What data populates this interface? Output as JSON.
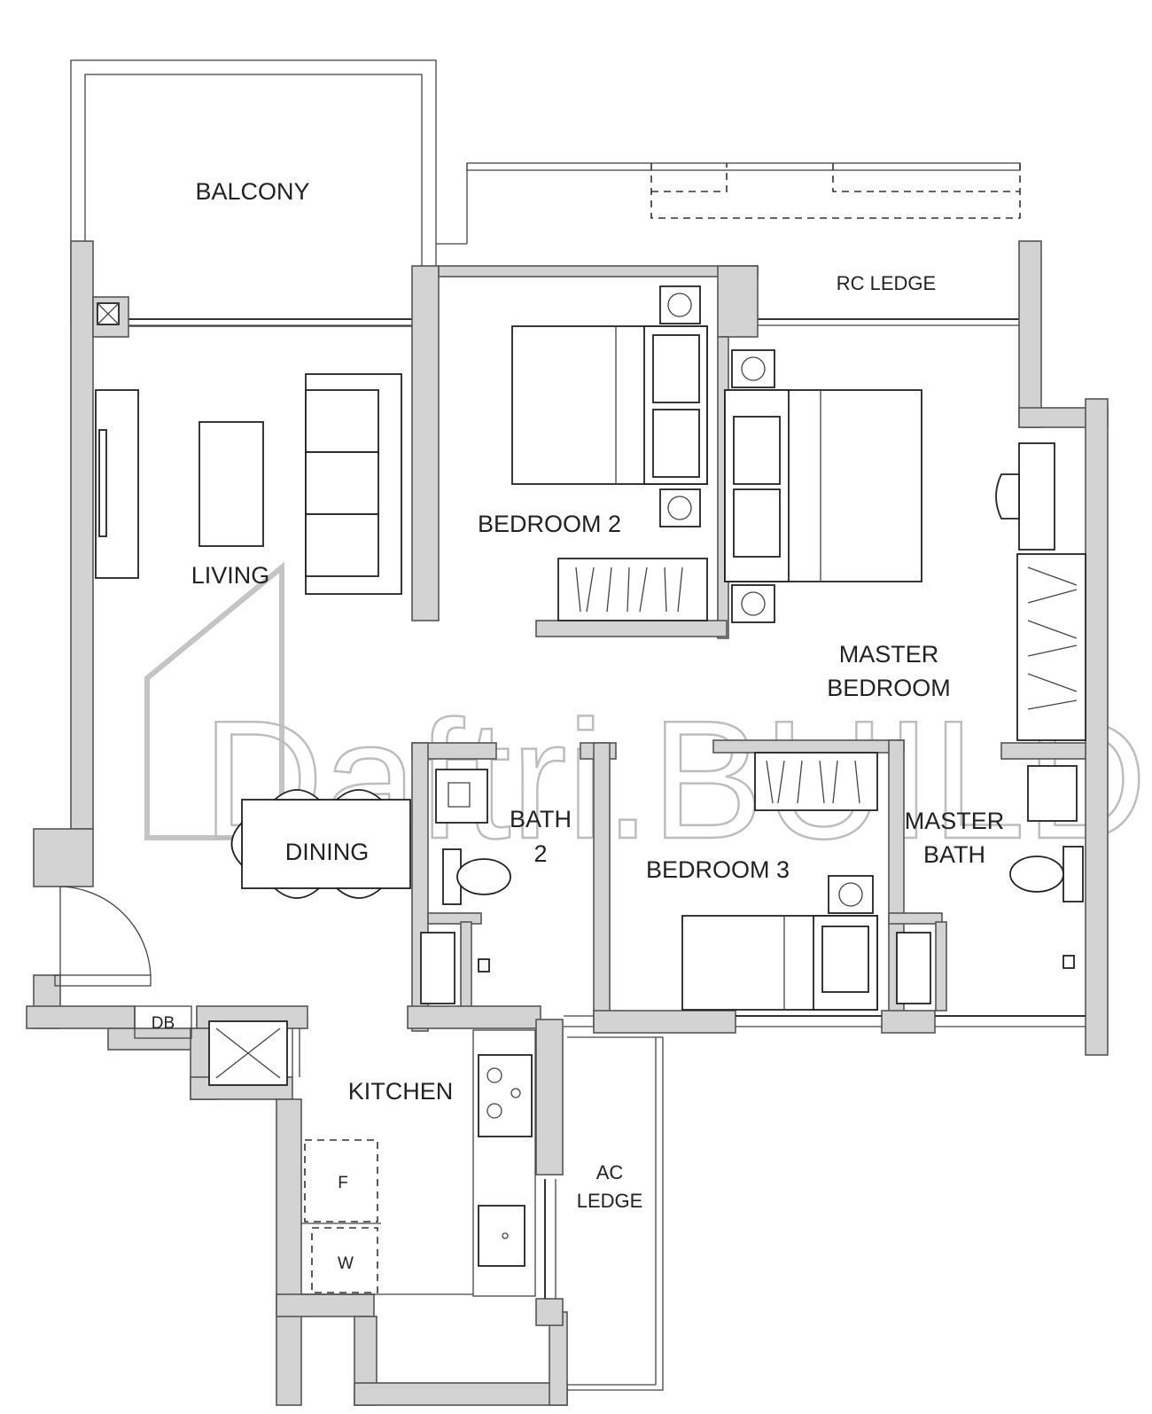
{
  "rooms": {
    "balcony": "BALCONY",
    "rc_ledge": "RC LEDGE",
    "living": "LIVING",
    "bedroom_2": "BEDROOM 2",
    "master_bedroom_line1": "MASTER",
    "master_bedroom_line2": "BEDROOM",
    "dining": "DINING",
    "bath_2_line1": "BATH",
    "bath_2_line2": "2",
    "bedroom_3": "BEDROOM 3",
    "master_bath_line1": "MASTER",
    "master_bath_line2": "BATH",
    "kitchen": "KITCHEN",
    "ac_ledge_line1": "AC",
    "ac_ledge_line2": "LEDGE"
  },
  "fixtures": {
    "db": "DB",
    "fridge": "F",
    "washer": "W"
  },
  "watermark": {
    "text": "Daftri.BUILD"
  }
}
